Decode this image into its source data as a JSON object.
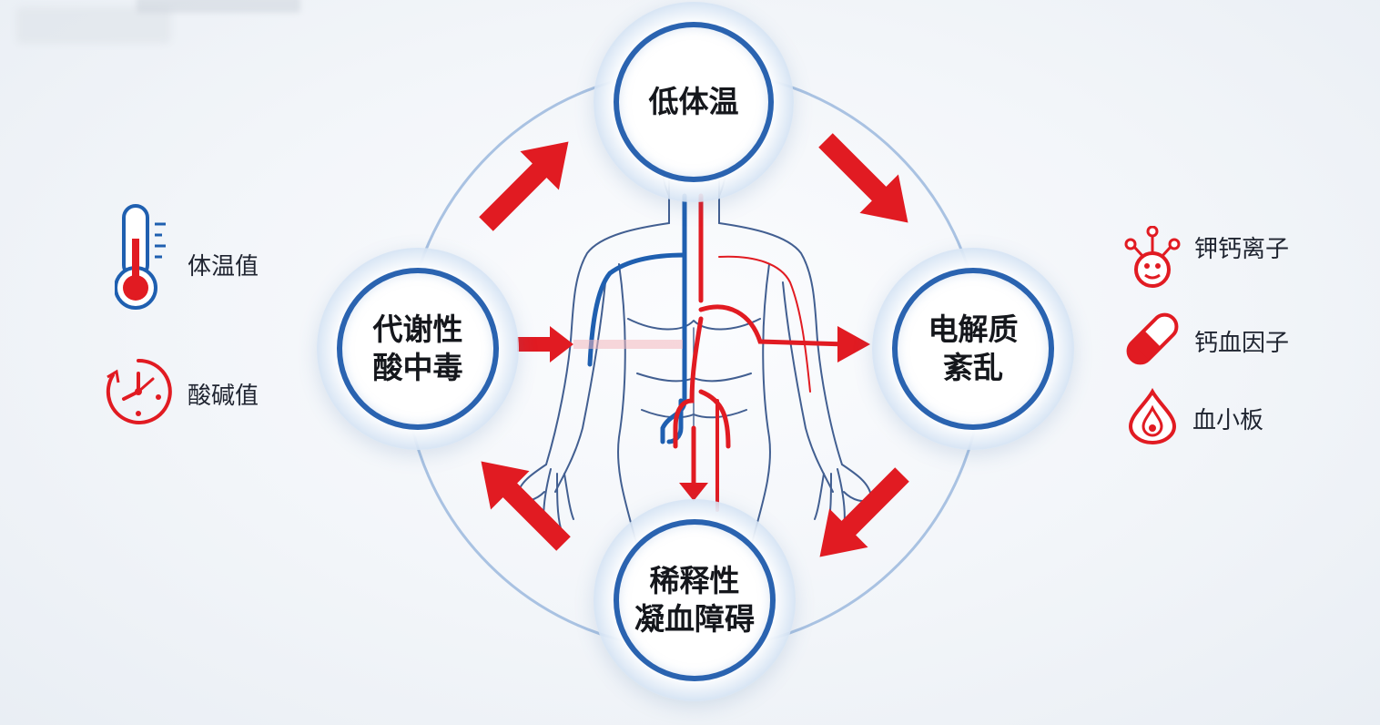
{
  "diagram": {
    "center_nodes": {
      "top": "低体温",
      "left": "代谢性\n酸中毒",
      "right": "电解质\n紊乱",
      "bottom": "稀释性\n凝血障碍"
    },
    "legend_left": [
      {
        "icon": "thermometer-icon",
        "label": "体温值"
      },
      {
        "icon": "ph-clock-icon",
        "label": "酸碱值"
      }
    ],
    "legend_right": [
      {
        "icon": "molecule-icon",
        "label": "钾钙离子"
      },
      {
        "icon": "capsule-icon",
        "label": "钙血因子"
      },
      {
        "icon": "blood-drop-icon",
        "label": "血小板"
      }
    ],
    "colors": {
      "arrow": "#e11b22",
      "ring": "#2a63b0",
      "vein": "#1f5fb0",
      "artery": "#e11b22",
      "body_outline": "#2f4f86"
    }
  }
}
